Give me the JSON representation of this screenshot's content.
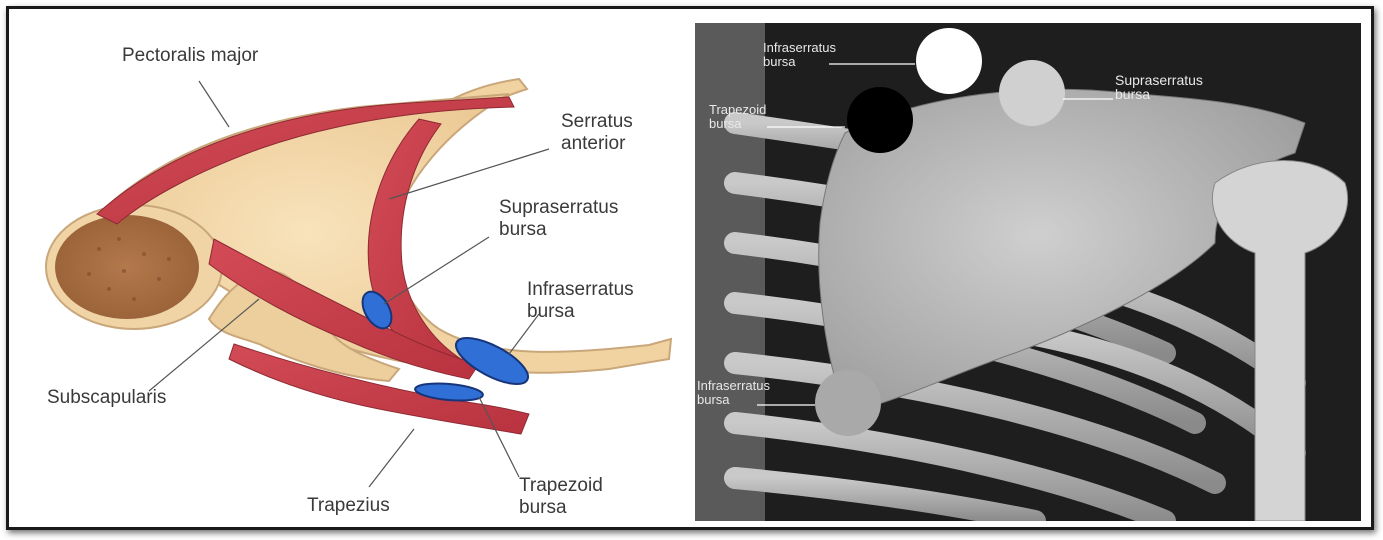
{
  "diagram": {
    "labels": {
      "pectoralis_major": "Pectoralis major",
      "serratus_anterior_1": "Serratus",
      "serratus_anterior_2": "anterior",
      "supraserratus_1": "Supraserratus",
      "supraserratus_2": "bursa",
      "infraserratus_1": "Infraserratus",
      "infraserratus_2": "bursa",
      "subscapularis": "Subscapularis",
      "trapezius": "Trapezius",
      "trapezoid_1": "Trapezoid",
      "trapezoid_2": "bursa"
    },
    "colors": {
      "muscle": "#c8404c",
      "bone": "#f3d9ab",
      "bone_edge": "#c9a77a",
      "bursa": "#2f6fd6",
      "marrow": "#b07a4f"
    }
  },
  "xray": {
    "labels": {
      "infraserratus_top_1": "Infraserratus",
      "infraserratus_top_2": "bursa",
      "supraserratus_1": "Supraserratus",
      "supraserratus_2": "bursa",
      "trapezoid_1": "Trapezoid",
      "trapezoid_2": "bursa",
      "infraserratus_bottom_1": "Infraserratus",
      "infraserratus_bottom_2": "bursa"
    },
    "markers": {
      "white": "#ffffff",
      "light_gray": "#d0d0d0",
      "black": "#000000",
      "gray": "#a9a9a9"
    }
  }
}
